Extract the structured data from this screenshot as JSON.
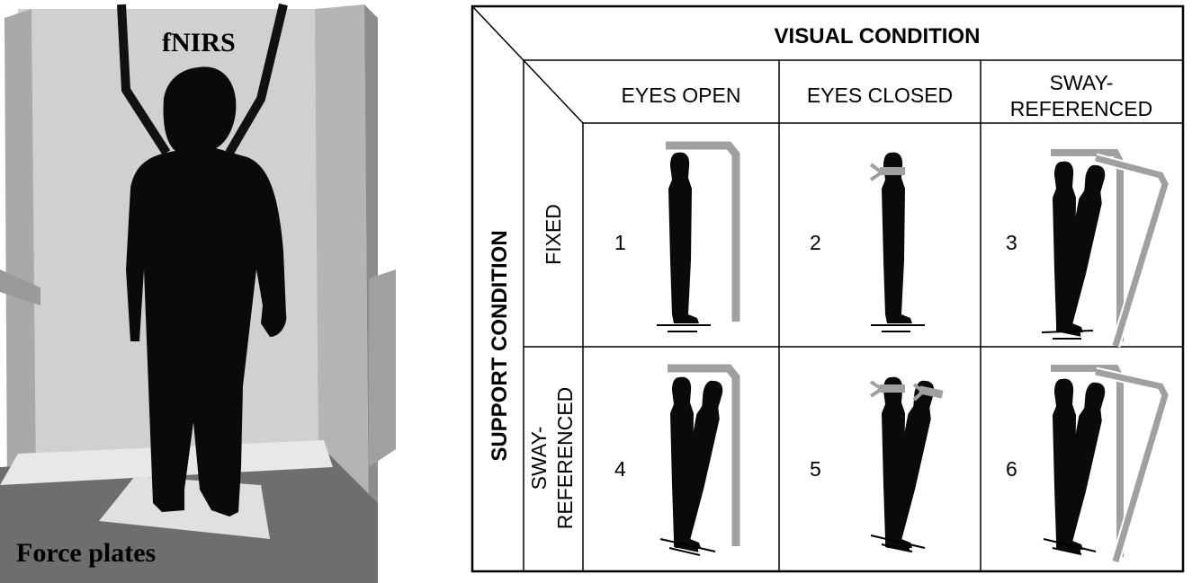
{
  "scene": {
    "top_label": "fNIRS",
    "bottom_label": "Force plates"
  },
  "matrix": {
    "column_header": "VISUAL CONDITION",
    "row_header": "SUPPORT CONDITION",
    "columns": [
      {
        "line1": "EYES OPEN",
        "line2": ""
      },
      {
        "line1": "EYES CLOSED",
        "line2": ""
      },
      {
        "line1": "SWAY-",
        "line2": "REFERENCED"
      }
    ],
    "rows": [
      {
        "line1": "FIXED",
        "line2": ""
      },
      {
        "line1": "SWAY-",
        "line2": "REFERENCED"
      }
    ],
    "cells": [
      "1",
      "2",
      "3",
      "4",
      "5",
      "6"
    ]
  },
  "colors": {
    "silhouette": "#0a0a0a",
    "panel_light": "#d0d0d0",
    "panel_mid": "#a9a9a9",
    "floor_dark": "#6e6e6e",
    "frame_gray": "#a0a0a0"
  }
}
